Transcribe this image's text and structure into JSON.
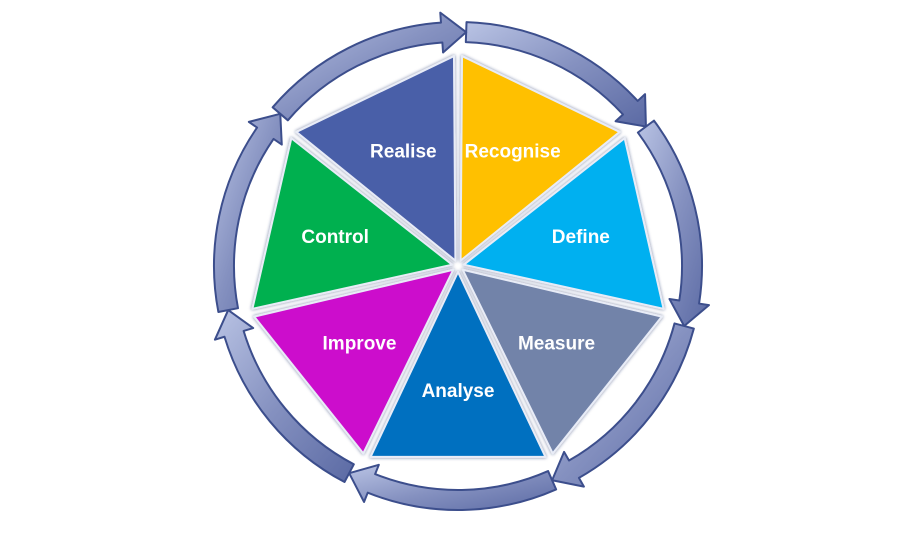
{
  "diagram": {
    "type": "cycle",
    "segments": [
      {
        "id": "recognise",
        "label": "Recognise",
        "color": "#FFC000"
      },
      {
        "id": "define",
        "label": "Define",
        "color": "#00B0F0"
      },
      {
        "id": "measure",
        "label": "Measure",
        "color": "#7283A9"
      },
      {
        "id": "analyse",
        "label": "Analyse",
        "color": "#0070C0"
      },
      {
        "id": "improve",
        "label": "Improve",
        "color": "#CC11CC"
      },
      {
        "id": "control",
        "label": "Control",
        "color": "#00B050"
      },
      {
        "id": "realise",
        "label": "Realise",
        "color": "#4A5FA8"
      }
    ],
    "arrow_color": "#8A96C0",
    "arrow_stroke": "#3C4E8C"
  }
}
